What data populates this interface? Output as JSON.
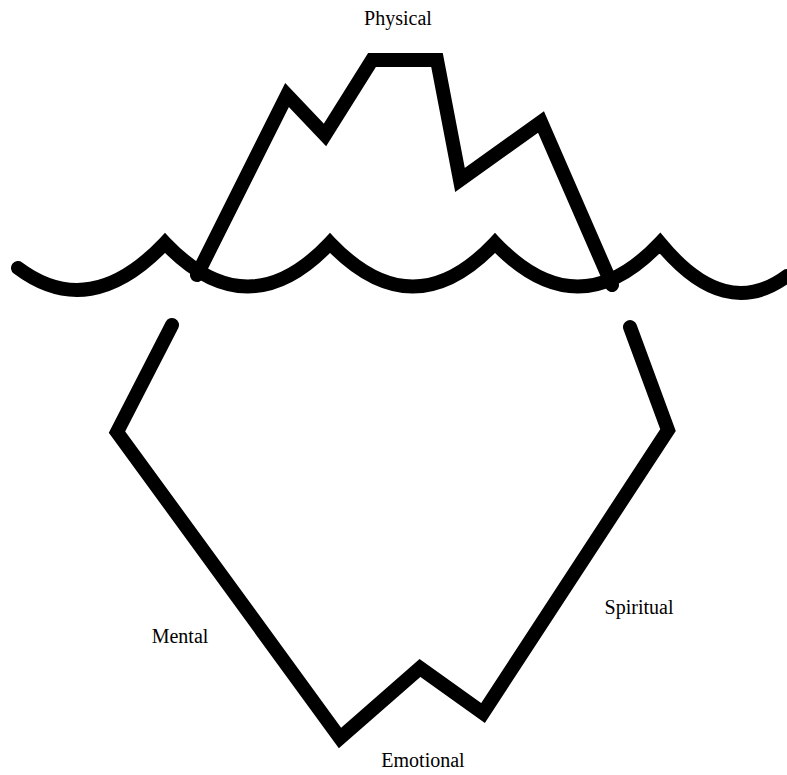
{
  "diagram": {
    "labels": [
      "Physical",
      "Mental",
      "Emotional",
      "Spiritual"
    ]
  }
}
